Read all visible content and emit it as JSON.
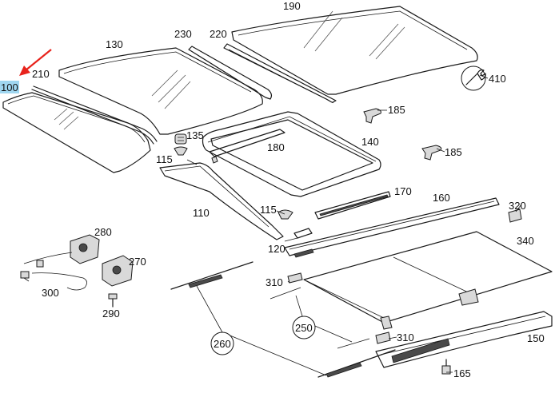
{
  "diagram": {
    "labels": {
      "p100": "100",
      "p110": "110",
      "p115a": "115",
      "p115b": "115",
      "p120": "120",
      "p130": "130",
      "p135": "135",
      "p140": "140",
      "p150": "150",
      "p160": "160",
      "p165": "165",
      "p170": "170",
      "p180": "180",
      "p185a": "185",
      "p185b": "185",
      "p190": "190",
      "p210": "210",
      "p220": "220",
      "p230": "230",
      "p250": "250",
      "p260": "260",
      "p270": "270",
      "p280": "280",
      "p290": "290",
      "p300": "300",
      "p310a": "310",
      "p310b": "310",
      "p320": "320",
      "p340": "340",
      "p410": "410"
    },
    "highlight_color": "#9fd6f0",
    "arrow_color": "#e8231c"
  }
}
